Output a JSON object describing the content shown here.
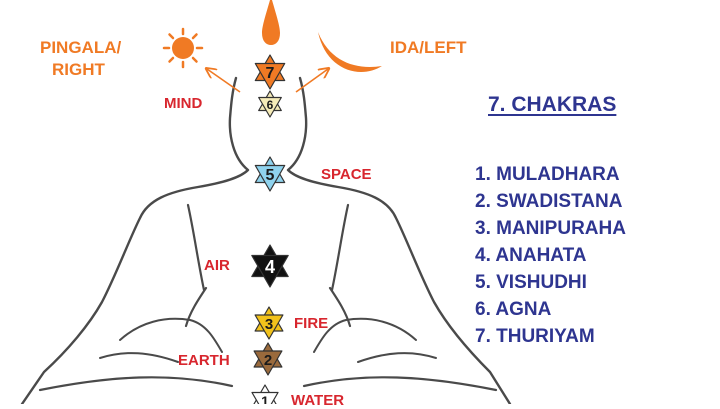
{
  "labels": {
    "pingala_line1": "PINGALA/",
    "pingala_line2": "RIGHT",
    "ida": "IDA/LEFT",
    "mind": "MIND",
    "space": "SPACE",
    "air": "AIR",
    "fire": "FIRE",
    "earth": "EARTH",
    "water": "WATER"
  },
  "chakra_numbers": {
    "c7": "7",
    "c6": "6",
    "c5": "5",
    "c4": "4",
    "c3": "3",
    "c2": "2",
    "c1": "1"
  },
  "chakra_colors": {
    "c7": "#f07a24",
    "c6": "#f6ecb8",
    "c5": "#8fd3ee",
    "c4": "#111111",
    "c3": "#f2c21b",
    "c2": "#9a6a3c",
    "c1": "#ffffff"
  },
  "colors": {
    "accent_orange": "#f07a24",
    "label_red": "#d8262e",
    "list_blue": "#2e3590",
    "outline": "#4a4a4a"
  },
  "panel": {
    "title": "7. CHAKRAS",
    "items": [
      "1. MULADHARA",
      "2. SWADISTANA",
      "3. MANIPURAHA",
      "4. ANAHATA",
      "5. VISHUDHI",
      "6. AGNA",
      "7. THURIYAM"
    ]
  }
}
